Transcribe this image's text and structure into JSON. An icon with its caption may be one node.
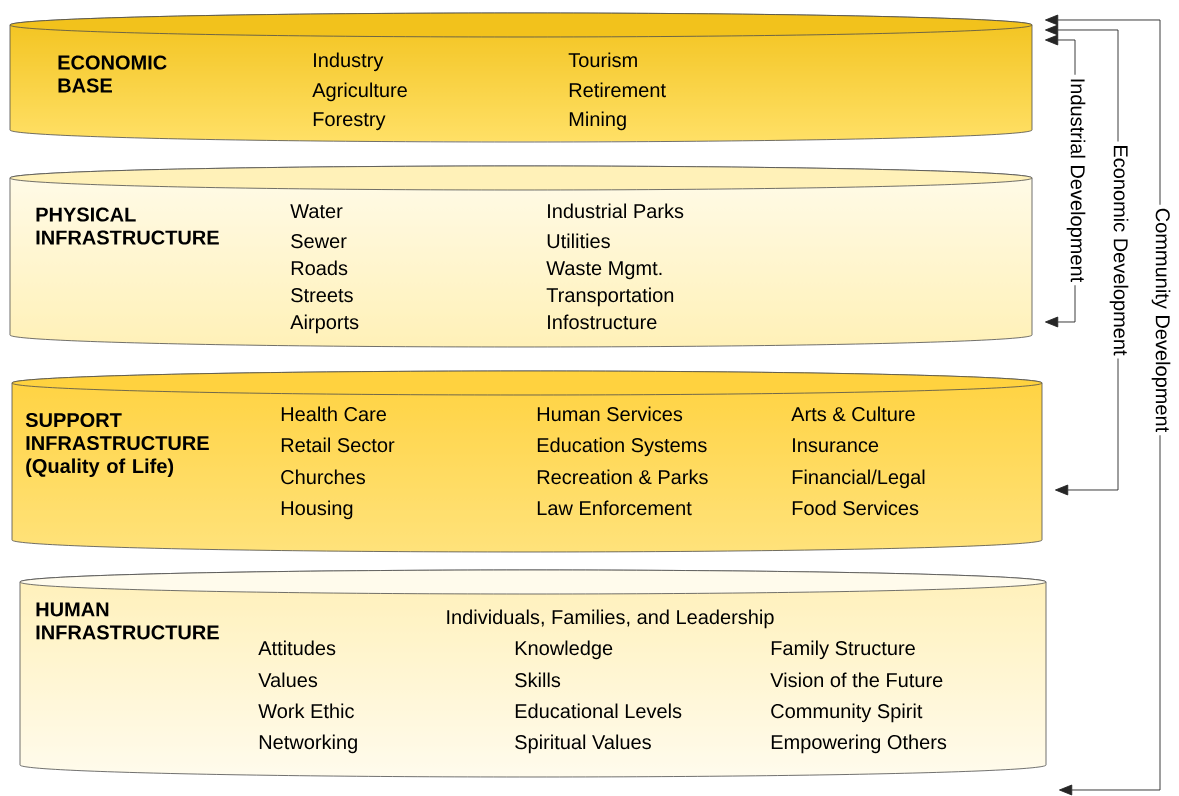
{
  "diagram": {
    "nodes": [
      {
        "text": [
          "ECONOMIC BASE",
          "Industry",
          "Agriculture",
          "Forestry",
          "Tourism",
          "Retirement",
          "Mining"
        ]
      },
      {
        "text": [
          "PHYSICAL INFRASTRUCTURE",
          "Water",
          "Sewer",
          "Roads",
          "Streets",
          "Airports",
          "Industrial Parks",
          "Utilities",
          "Waste Mgmt.",
          "Transportation",
          "Infostructure"
        ]
      },
      {
        "text": [
          "SUPPORT INFRASTRUCTURE (Quality of Life)",
          "Health Care",
          "Retail Sector",
          "Churches",
          "Housing",
          "Human Services",
          "Education Systems",
          "Recreation & Parks",
          "Law Enforcement",
          "Arts & Culture",
          "Insurance",
          "Financial/Legal",
          "Food Services"
        ]
      },
      {
        "text": [
          "HUMAN INFRASTRUCTURE",
          "Individuals, Families, and Leadership",
          "Attitudes",
          "Values",
          "Work Ethic",
          "Networking",
          "Knowledge",
          "Skills",
          "Educational Levels",
          "Spiritual Values",
          "Family Structure",
          "Vision of the Future",
          "Community Spirit",
          "Empowering Others"
        ]
      }
    ],
    "edges": [
      {
        "from": 0,
        "to": 1,
        "arrow": "both",
        "label": "Industrial Development"
      },
      {
        "from": 0,
        "to": 2,
        "arrow": "both",
        "label": "Economic Development"
      },
      {
        "from": 0,
        "to": 3,
        "arrow": "both",
        "label": "Community Development"
      }
    ]
  }
}
